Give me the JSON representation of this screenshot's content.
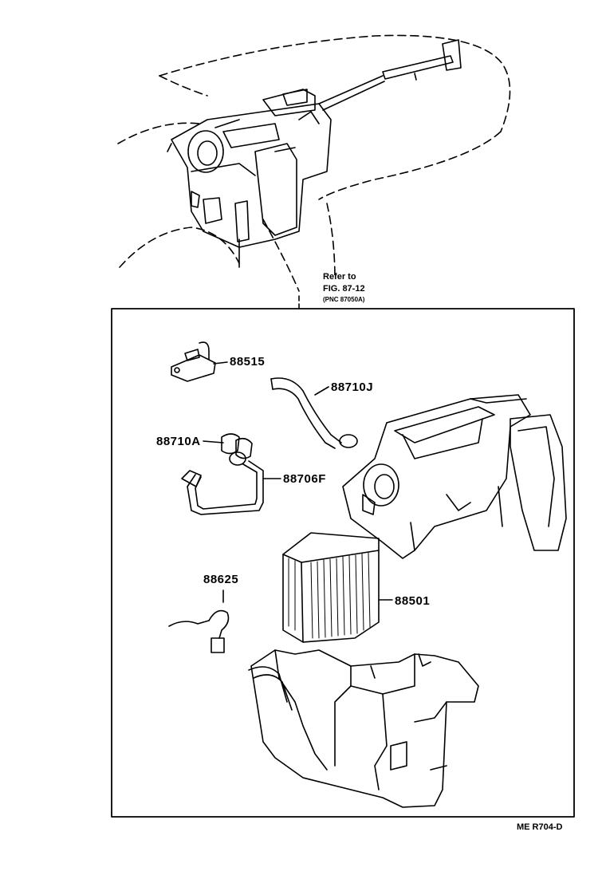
{
  "reference": {
    "line1": "Refer to",
    "line2": "FIG. 87-12",
    "line3": "(PNC 87050A)"
  },
  "parts": [
    {
      "id": "p88515",
      "number": "88515"
    },
    {
      "id": "p88710J",
      "number": "88710J"
    },
    {
      "id": "p88710A",
      "number": "88710A"
    },
    {
      "id": "p88706F",
      "number": "88706F"
    },
    {
      "id": "p88625",
      "number": "88625"
    },
    {
      "id": "p88501",
      "number": "88501"
    }
  ],
  "diagram_code": "ME  R704-D"
}
